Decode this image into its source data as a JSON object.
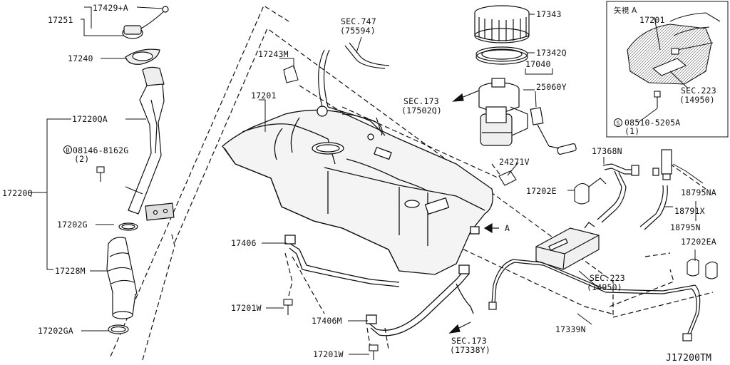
{
  "diagram_code": "J17200TM",
  "labels": {
    "p17429A": "17429+A",
    "p17251": "17251",
    "p17240": "17240",
    "p17220QA": "17220QA",
    "p08146_num": "08146-8162G",
    "p08146_qty": "(2)",
    "p17220Q": "17220Q",
    "p17202G": "17202G",
    "p17228M": "17228M",
    "p17202GA": "17202GA",
    "sec747": "SEC.747",
    "sec747_ref": "(75594)",
    "p17243M": "17243M",
    "p17201": "17201",
    "p17343": "17343",
    "p17342Q": "17342Q",
    "p17040": "17040",
    "sec173a": "SEC.173",
    "sec173a_ref": "(17502Q)",
    "p25060Y": "25060Y",
    "p24271V": "24271V",
    "view_label": "矢視 A",
    "view_17201": "17201",
    "sec223a": "SEC.223",
    "sec223a_ref": "(14950)",
    "p08510_num": "08510-5205A",
    "p08510_qty": "(1)",
    "p17368N": "17368N",
    "p17202E": "17202E",
    "p18795NA": "18795NA",
    "p18791X": "18791X",
    "p18795N": "18795N",
    "arrowA": "A",
    "p17406": "17406",
    "p17201W_a": "17201W",
    "p17406M": "17406M",
    "p17201W_b": "17201W",
    "p17202EA": "17202EA",
    "sec223b": "SEC.223",
    "sec223b_ref": "(14950)",
    "sec173b": "SEC.173",
    "sec173b_ref": "(17338Y)",
    "p17339N": "17339N"
  },
  "badges": {
    "bolt_B": "B",
    "bolt_S": "S"
  },
  "colors": {
    "ink": "#111111",
    "background": "#ffffff",
    "tank_shade": "#dcdcdc"
  }
}
